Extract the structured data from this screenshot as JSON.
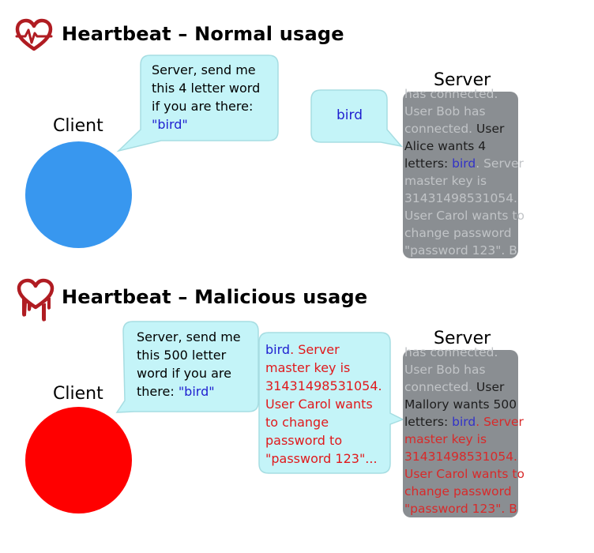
{
  "normal": {
    "title": "Heartbeat – Normal usage",
    "client_label": "Client",
    "server_label": "Server",
    "request": {
      "line1": "Server, send me",
      "line2": "this 4 letter word",
      "line3": "if you are there:",
      "word": "\"bird\""
    },
    "response": "bird",
    "server_log": [
      [
        {
          "t": "has connected. ",
          "c": "lt"
        }
      ],
      [
        {
          "t": "User Bob has",
          "c": "lt"
        }
      ],
      [
        {
          "t": "connected. ",
          "c": "lt"
        },
        {
          "t": "User",
          "c": "dark"
        }
      ],
      [
        {
          "t": "Alice wants 4",
          "c": "dark"
        }
      ],
      [
        {
          "t": "letters: ",
          "c": "dark"
        },
        {
          "t": "bird",
          "c": "sblue"
        },
        {
          "t": ". Server",
          "c": "lt"
        }
      ],
      [
        {
          "t": "master key is",
          "c": "lt"
        }
      ],
      [
        {
          "t": "31431498531054.",
          "c": "lt"
        }
      ],
      [
        {
          "t": "User Carol wants to",
          "c": "lt"
        }
      ],
      [
        {
          "t": "change password",
          "c": "lt"
        }
      ],
      [
        {
          "t": "\"password 123\". B",
          "c": "lt"
        }
      ]
    ]
  },
  "malicious": {
    "title": "Heartbeat – Malicious usage",
    "client_label": "Client",
    "server_label": "Server",
    "request": {
      "line1": "Server, send me",
      "line2": "this 500 letter",
      "line3": "word if you are",
      "line4_prefix": "there: ",
      "word": "\"bird\""
    },
    "response": {
      "word": "bird",
      "first_rest": ". Server",
      "lines": [
        "master key is",
        "31431498531054.",
        "User Carol wants",
        "to change",
        "password to",
        "\"password 123\"..."
      ]
    },
    "server_log": [
      [
        {
          "t": "has connected. ",
          "c": "lt"
        }
      ],
      [
        {
          "t": "User Bob has",
          "c": "lt"
        }
      ],
      [
        {
          "t": "connected. ",
          "c": "lt"
        },
        {
          "t": "User",
          "c": "dark"
        }
      ],
      [
        {
          "t": "Mallory wants 500",
          "c": "dark"
        }
      ],
      [
        {
          "t": "letters: ",
          "c": "dark"
        },
        {
          "t": "bird",
          "c": "sblue"
        },
        {
          "t": ". Server",
          "c": "sred"
        }
      ],
      [
        {
          "t": "master key is",
          "c": "sred"
        }
      ],
      [
        {
          "t": "31431498531054.",
          "c": "sred"
        }
      ],
      [
        {
          "t": "User Carol wants to",
          "c": "sred"
        }
      ],
      [
        {
          "t": "change password",
          "c": "sred"
        }
      ],
      [
        {
          "t": "\"password 123\". B",
          "c": "sred"
        }
      ]
    ]
  },
  "colors": {
    "logo": "#b01c22",
    "bubble_fill": "#c4f4f8",
    "bubble_stroke": "#a6dde2",
    "client_normal": "#3897ef",
    "client_malicious": "#ff0000",
    "server_bg": "#8a8e92"
  },
  "icons": {
    "normal_logo": "heartbeat-heart-icon",
    "malicious_logo": "bleeding-heart-icon"
  }
}
